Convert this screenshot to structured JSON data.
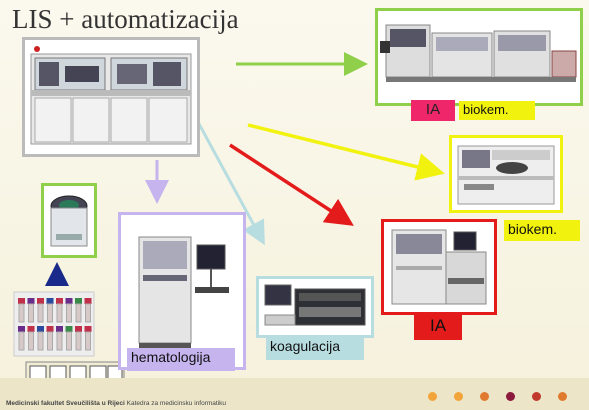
{
  "title": "LIS + automatizacija",
  "labels": {
    "ia_top": "IA",
    "biokem_top": "biokem.",
    "biokem_right": "biokem.",
    "ia_bottom": "IA",
    "hematologija": "hematologija",
    "koagulacija": "koagulacija"
  },
  "footer": {
    "bold": "Medicinski fakultet Sveučilišta u Rijeci",
    "rest": " Katedra za medicinsku informatiku"
  },
  "colors": {
    "green": "#8fcf4a",
    "yellow": "#f2f20f",
    "red": "#e41b1b",
    "lavender": "#c5b4ee",
    "lightblue": "#b8dde0",
    "gray": "#bbbbbb",
    "pink": "#f0266a"
  },
  "footer_dots": [
    "#f2a43a",
    "#f2a43a",
    "#e07a2e",
    "#8c1a3d",
    "#c0392b",
    "#e07a2e"
  ]
}
